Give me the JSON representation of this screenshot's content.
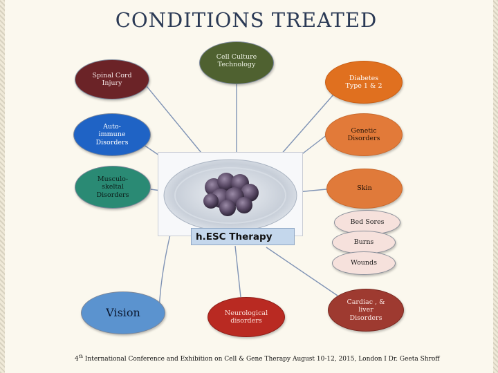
{
  "title": "CONDITIONS TREATED",
  "hub": {
    "label": "h.ESC Therapy"
  },
  "nodes": [
    {
      "id": "spinal",
      "text": "Spinal Cord\nInjury",
      "color": "#6b2327",
      "text_color": "#f3e6e6"
    },
    {
      "id": "cellculture",
      "text": "Cell Culture\nTechnology",
      "color": "#4f6130",
      "text_color": "#eef2e4"
    },
    {
      "id": "diabetes",
      "text": "Diabetes\nType 1 & 2",
      "color": "#e0701f",
      "text_color": "#ffffff"
    },
    {
      "id": "autoimmune",
      "text": "Auto-\nimmune\nDisorders",
      "color": "#1f63c5",
      "text_color": "#ffffff"
    },
    {
      "id": "genetic",
      "text": "Genetic\nDisorders",
      "color": "#e27a39",
      "text_color": "#2a1608"
    },
    {
      "id": "musculo",
      "text": "Musculo-\nskeltal\nDisorders",
      "color": "#2a8a74",
      "text_color": "#0c1e1a"
    },
    {
      "id": "skin",
      "text": "Skin",
      "color": "#e07a3a",
      "text_color": "#1b0d05"
    },
    {
      "id": "bedsores",
      "text": "Bed Sores",
      "color": "#f6e1dc",
      "text_color": "#1a1a1a"
    },
    {
      "id": "burns",
      "text": "Burns",
      "color": "#f6e1dc",
      "text_color": "#1a1a1a"
    },
    {
      "id": "wounds",
      "text": "Wounds",
      "color": "#f6e1dc",
      "text_color": "#1a1a1a"
    },
    {
      "id": "vision",
      "text": "Vision",
      "color": "#5b93cf",
      "text_color": "#0b1830"
    },
    {
      "id": "neuro",
      "text": "Neurological\ndisorders",
      "color": "#b92a22",
      "text_color": "#fde3dc"
    },
    {
      "id": "cardiac",
      "text": "Cardiac , &\nliver\nDisorders",
      "color": "#9e3a30",
      "text_color": "#fbe9e5"
    }
  ],
  "footer": {
    "ordinal": "4",
    "sup": "th",
    "text": " International Conference and Exhibition on Cell & Gene Therapy August 10-12, 2015, London I Dr. Geeta Shroff"
  }
}
